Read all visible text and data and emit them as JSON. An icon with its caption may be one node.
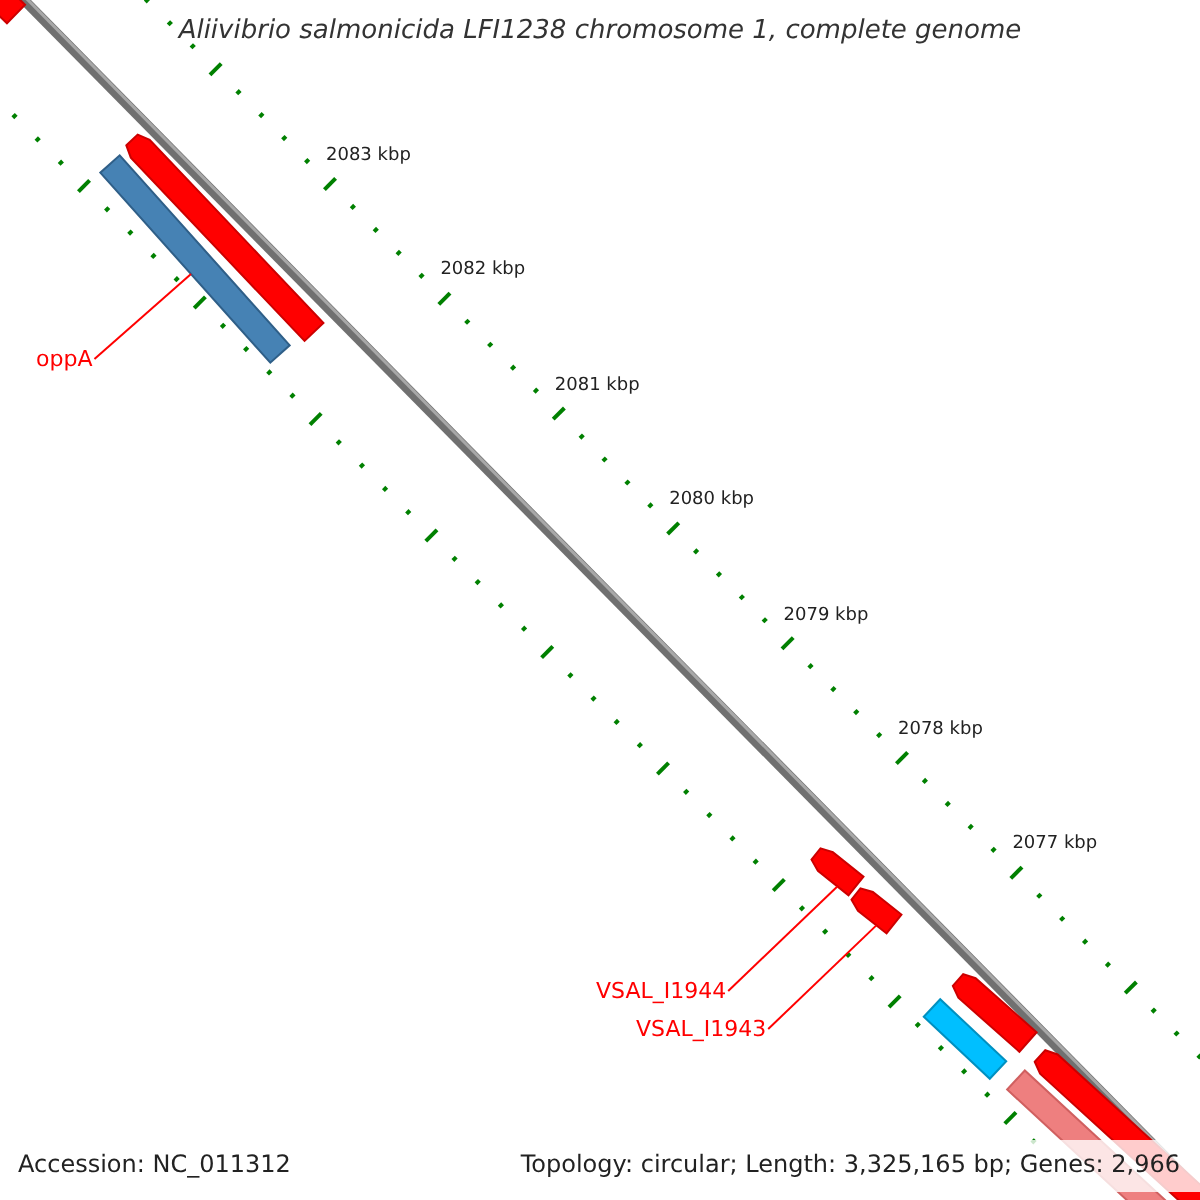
{
  "diagram": {
    "title": "Aliivibrio salmonicida LFI1238 chromosome 1, complete genome",
    "nodes": [
      {
        "text": [
          "oppA"
        ]
      },
      {
        "text": [],
        "shape": "bar"
      },
      {
        "text": [
          "VSAL_I1944"
        ]
      },
      {
        "text": [
          "VSAL_I1943"
        ]
      },
      {
        "text": [],
        "shape": "bar"
      },
      {
        "text": [],
        "shape": "bar"
      }
    ],
    "edges": [
      {
        "from": 0,
        "to": 1,
        "arrow": "none"
      },
      {
        "from": 2,
        "to": 4,
        "arrow": "none"
      },
      {
        "from": 3,
        "to": 5,
        "arrow": "none"
      }
    ],
    "labels": [
      "2083 kbp",
      "2082 kbp",
      "2081 kbp",
      "2080 kbp",
      "2079 kbp",
      "2078 kbp",
      "2077 kbp",
      "Accession: NC_011312",
      "Topology: circular; Length: 3,325,165 bp; Genes: 2,966"
    ]
  }
}
